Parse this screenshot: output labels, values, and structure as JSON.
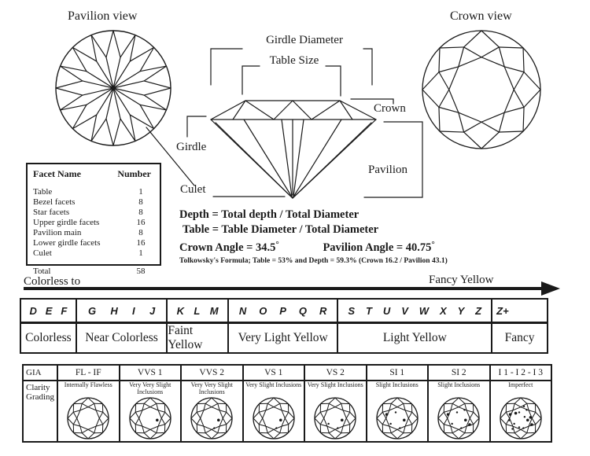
{
  "pavilion_view": {
    "title": "Pavilion view"
  },
  "crown_view": {
    "title": "Crown view"
  },
  "side_view": {
    "labels": {
      "girdle_diameter": "Girdle Diameter",
      "table_size": "Table Size",
      "crown": "Crown",
      "girdle": "Girdle",
      "pavilion": "Pavilion",
      "culet": "Culet"
    }
  },
  "facet_table": {
    "headers": {
      "name": "Facet Name",
      "number": "Number"
    },
    "rows": [
      {
        "name": "Table",
        "number": "1"
      },
      {
        "name": "Bezel facets",
        "number": "8"
      },
      {
        "name": "Star facets",
        "number": "8"
      },
      {
        "name": "Upper girdle facets",
        "number": "16"
      },
      {
        "name": "Pavilion main",
        "number": "8"
      },
      {
        "name": "Lower girdle facets",
        "number": "16"
      },
      {
        "name": "Culet",
        "number": "1"
      }
    ],
    "total": {
      "name": "Total",
      "number": "58"
    }
  },
  "formulas": {
    "depth": "Depth = Total depth / Total Diameter",
    "table": "Table = Table Diameter / Total Diameter",
    "crown_angle": "Crown Angle = 34.5",
    "pavilion_angle": "Pavilion Angle = 40.75",
    "degree": "°",
    "tolkowsky": "Tolkowsky's Formula; Table = 53% and Depth = 59.3%  (Crown 16.2 / Pavilion 43.1)"
  },
  "color_scale": {
    "left_label": "Colorless  to",
    "right_label": "Fancy Yellow",
    "groups": [
      {
        "letters": [
          "D",
          "E",
          "F"
        ],
        "category": "Colorless",
        "width": 10.3
      },
      {
        "letters": [
          "G",
          "H",
          "I",
          "J"
        ],
        "category": "Near Colorless",
        "width": 17.3
      },
      {
        "letters": [
          "K",
          "L",
          "M"
        ],
        "category": "Faint Yellow",
        "width": 11.6
      },
      {
        "letters": [
          "N",
          "O",
          "P",
          "Q",
          "R"
        ],
        "category": "Very Light Yellow",
        "width": 20.9
      },
      {
        "letters": [
          "S",
          "T",
          "U",
          "V",
          "W",
          "X",
          "Y",
          "Z"
        ],
        "category": "Light Yellow",
        "width": 29.3
      },
      {
        "letters": [
          "Z+"
        ],
        "category": "Fancy",
        "width": 10.6
      }
    ]
  },
  "clarity_table": {
    "org": "GIA",
    "row_label": "Clarity Grading",
    "grades": [
      {
        "code": "FL - IF",
        "description": "Internally Flawless",
        "inclusions": 0
      },
      {
        "code": "VVS 1",
        "description": "Very Very Slight Inclusions",
        "inclusions": 1
      },
      {
        "code": "VVS 2",
        "description": "Very Very Slight Inclusions",
        "inclusions": 2
      },
      {
        "code": "VS 1",
        "description": "Very Slight Inclusions",
        "inclusions": 2
      },
      {
        "code": "VS 2",
        "description": "Very Slight Inclusions",
        "inclusions": 3
      },
      {
        "code": "SI 1",
        "description": "Slight Inclusions",
        "inclusions": 5
      },
      {
        "code": "SI 2",
        "description": "Slight Inclusions",
        "inclusions": 7
      },
      {
        "code": "I 1 - I 2 - I 3",
        "description": "Imperfect",
        "inclusions": 14
      }
    ]
  },
  "colors": {
    "ink": "#1a1a1a",
    "background": "#ffffff"
  }
}
